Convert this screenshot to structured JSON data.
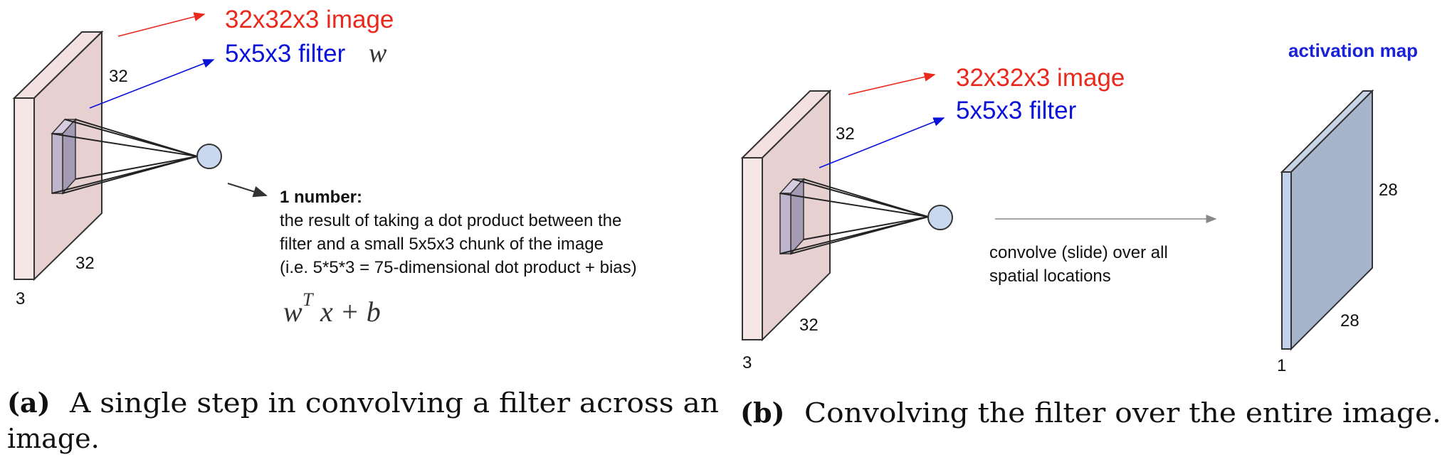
{
  "panel_a": {
    "label_image": "32x32x3 image",
    "label_filter": "5x5x3 filter",
    "label_filter_symbol": "w",
    "dim_height": "32",
    "dim_width": "32",
    "dim_depth": "3",
    "annotation_title": "1 number:",
    "annotation_line1": "the result of taking a dot product between the",
    "annotation_line2": "filter and a small 5x5x3 chunk of the image",
    "annotation_line3": "(i.e. 5*5*3 = 75-dimensional dot product + bias)",
    "formula_w": "w",
    "formula_T": "T",
    "formula_rest": "x + b",
    "caption_tag": "(a)",
    "caption_line1": "A single step in convolving a filter across an",
    "caption_line2": "image."
  },
  "panel_b": {
    "label_image": "32x32x3 image",
    "label_filter": "5x5x3 filter",
    "dim_height": "32",
    "dim_width": "32",
    "dim_depth": "3",
    "convolve_line1": "convolve (slide) over all",
    "convolve_line2": "spatial locations",
    "activation_title": "activation map",
    "map_height": "28",
    "map_width": "28",
    "map_depth": "1",
    "caption_tag": "(b)",
    "caption_text": "Convolving the filter over the entire image."
  },
  "colors": {
    "image_front": "#e6d0d0",
    "image_side": "#f6e6e6",
    "filter_box": "#b8aec4",
    "neuron": "#c8d8ee",
    "activation_map": "#a6b4cc",
    "red_label": "#e8291c",
    "blue_label": "#0a12d8",
    "activation_title": "#1a22d8"
  }
}
